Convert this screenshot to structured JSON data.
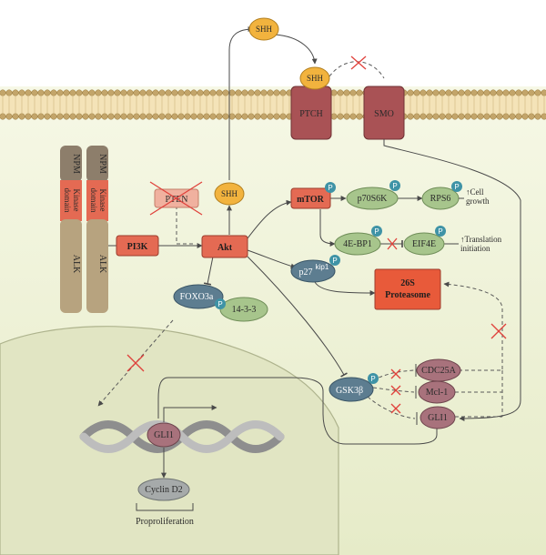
{
  "labels": {
    "npm": "NPM",
    "kinase_domain": "Kinase domain",
    "alk": "ALK",
    "pi3k": "PI3K",
    "pten": "PTEN",
    "akt": "Akt",
    "shh": "SHH",
    "mtor": "mTOR",
    "p70s6k": "p70S6K",
    "rps6": "RPS6",
    "cell_growth": "↑Cell growth",
    "four_e_bp1": "4E-BP1",
    "eif4e": "EIF4E",
    "translation_initiation": "↑Translation initiation",
    "p27": "p27",
    "p27_sup": "kip1",
    "proteasome": "26S Proteasome",
    "foxo3a": "FOXO3a",
    "fourteen_3_3": "14-3-3",
    "ptch": "PTCH",
    "smo": "SMO",
    "gsk3b": "GSK3β",
    "cdc25a": "CDC25A",
    "mcl1": "Mcl-1",
    "gli1": "GLI1",
    "cyclin_d2": "Cyclin D2",
    "proproliferation": "Proproliferation",
    "phospho": "P"
  },
  "colors": {
    "background_top": "#ffffff",
    "cytoplasm": "#eef2d8",
    "nucleus": "#e2e6c4",
    "membrane_head": "#c3a56a",
    "alk_receptor": "#b7a37f",
    "npm_cap": "#8d7e6b",
    "kinase_red": "#e46a53",
    "ptch_smo": "#a95255",
    "shh_orange": "#f2b33e",
    "phospho_teal": "#3f93a6",
    "green_oval": "#a7c58c",
    "slate_oval": "#5d7d90",
    "mauve_oval": "#a8727c",
    "inhibit_x": "#e0413b"
  }
}
